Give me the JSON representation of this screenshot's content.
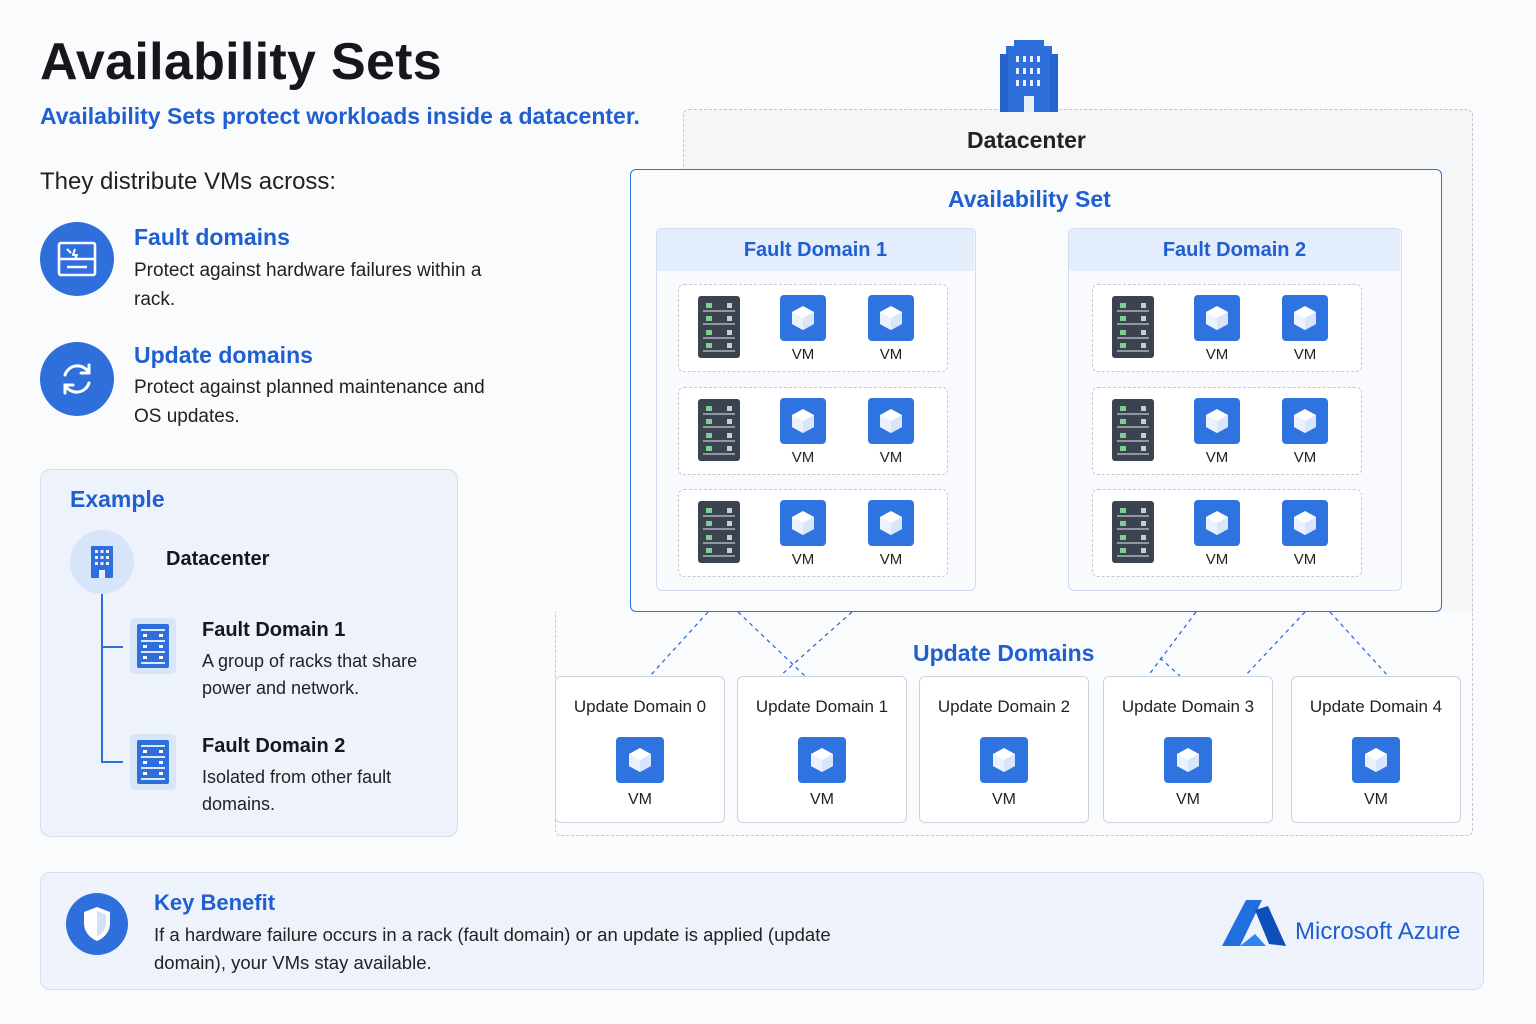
{
  "header": {
    "title": "Availability Sets",
    "subtitle": "Availability Sets protect workloads inside a datacenter.",
    "lead": "They distribute VMs across:"
  },
  "features": [
    {
      "icon": "server-rack-icon",
      "title": "Fault domains",
      "desc": "Protect against hardware failures within a rack."
    },
    {
      "icon": "refresh-icon",
      "title": "Update domains",
      "desc": "Protect against planned maintenance and OS updates."
    }
  ],
  "example": {
    "title": "Example",
    "datacenter_label": "Datacenter",
    "fault_domains": [
      {
        "title": "Fault Domain 1",
        "desc": "A group of racks that share power and network."
      },
      {
        "title": "Fault Domain 2",
        "desc": "Isolated from other fault domains."
      }
    ]
  },
  "diagram": {
    "datacenter_label": "Datacenter",
    "availability_set_label": "Availability Set",
    "fault_domains": [
      {
        "label": "Fault Domain 1",
        "racks": [
          [
            "VM",
            "VM"
          ],
          [
            "VM",
            "VM"
          ],
          [
            "VM",
            "VM"
          ]
        ]
      },
      {
        "label": "Fault Domain 2",
        "racks": [
          [
            "VM",
            "VM"
          ],
          [
            "VM",
            "VM"
          ],
          [
            "VM",
            "VM"
          ]
        ]
      }
    ],
    "update_domains_label": "Update Domains",
    "update_domains": [
      {
        "label": "Update Domain 0",
        "vm": "VM"
      },
      {
        "label": "Update Domain 1",
        "vm": "VM"
      },
      {
        "label": "Update Domain 2",
        "vm": "VM"
      },
      {
        "label": "Update Domain 3",
        "vm": "VM"
      },
      {
        "label": "Update Domain 4",
        "vm": "VM"
      }
    ]
  },
  "benefit": {
    "title": "Key Benefit",
    "desc": "If a hardware failure occurs in a rack (fault domain) or an update is applied (update domain), your VMs stay available."
  },
  "brand": {
    "name": "Microsoft Azure",
    "logo_icon": "azure-logo-icon"
  },
  "colors": {
    "accent": "#2e6fdb",
    "heading_blue": "#1f5fcf",
    "server_dark": "#3b4350"
  }
}
